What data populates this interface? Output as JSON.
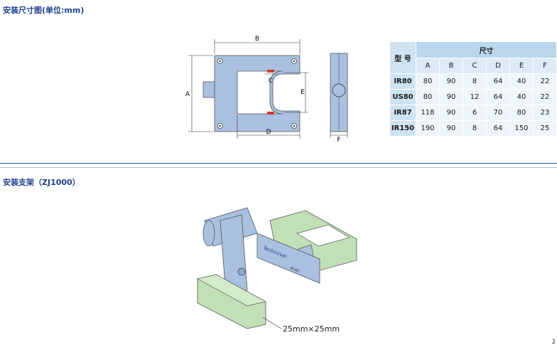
{
  "section1": {
    "title": "安装尺寸图(单位:mm)"
  },
  "section2": {
    "title": "安装支架（ZJ1000）"
  },
  "dimension_labels": {
    "A": "A",
    "B": "B",
    "C": "C",
    "D": "D",
    "E": "E",
    "F": "F"
  },
  "bracket": {
    "label": "25mm×25mm",
    "brand_text": "Technovel",
    "model_text": "IR-80"
  },
  "table": {
    "model_header": "型 号",
    "size_header": "尺寸",
    "columns": [
      "A",
      "B",
      "C",
      "D",
      "E",
      "F"
    ],
    "rows": [
      {
        "model": "IR80",
        "values": [
          "80",
          "90",
          "8",
          "64",
          "40",
          "22"
        ]
      },
      {
        "model": "US80",
        "values": [
          "80",
          "90",
          "12",
          "64",
          "40",
          "22"
        ]
      },
      {
        "model": "IR87",
        "values": [
          "118",
          "90",
          "6",
          "70",
          "80",
          "23"
        ]
      },
      {
        "model": "IR150",
        "values": [
          "190",
          "90",
          "8",
          "64",
          "150",
          "25"
        ]
      }
    ]
  },
  "colors": {
    "title_blue": "#1d3f8c",
    "part_blue": "#a9c0e0",
    "bracket_green": "#c2e0b6"
  },
  "page": {
    "number": "2"
  }
}
